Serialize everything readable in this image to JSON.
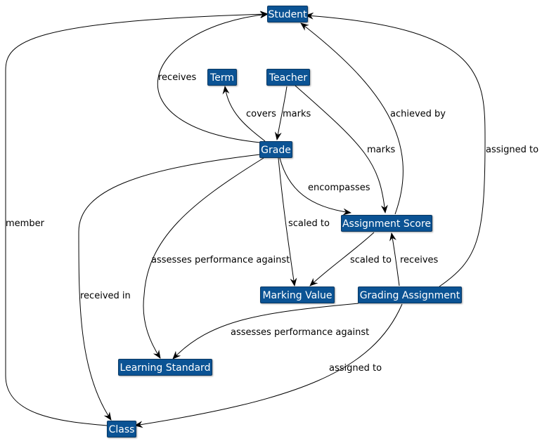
{
  "colors": {
    "node_fill": "#0b5394",
    "node_border": "#073763",
    "node_text": "#ffffff",
    "edge": "#000000",
    "edge_label": "#000000",
    "background": "#ffffff"
  },
  "nodes": {
    "student": "Student",
    "term": "Term",
    "teacher": "Teacher",
    "grade": "Grade",
    "assignment_score": "Assignment Score",
    "marking_value": "Marking Value",
    "grading_assignment": "Grading Assignment",
    "learning_standard": "Learning Standard",
    "class": "Class"
  },
  "edges": [
    {
      "id": "grade-receives-student",
      "from": "grade",
      "to": "student",
      "label": "receives"
    },
    {
      "id": "grade-covers-term",
      "from": "grade",
      "to": "term",
      "label": "covers"
    },
    {
      "id": "teacher-marks-grade",
      "from": "teacher",
      "to": "grade",
      "label": "marks"
    },
    {
      "id": "teacher-marks-assignment-score",
      "from": "teacher",
      "to": "assignment_score",
      "label": "marks"
    },
    {
      "id": "assignment-score-achieved-by-student",
      "from": "assignment_score",
      "to": "student",
      "label": "achieved by"
    },
    {
      "id": "grading-assignment-assigned-to-student",
      "from": "grading_assignment",
      "to": "student",
      "label": "assigned to"
    },
    {
      "id": "class-member-student",
      "from": "class",
      "to": "student",
      "label": "member"
    },
    {
      "id": "grade-encompasses-assignment-score",
      "from": "grade",
      "to": "assignment_score",
      "label": "encompasses"
    },
    {
      "id": "grade-scaled-to-marking-value",
      "from": "grade",
      "to": "marking_value",
      "label": "scaled to"
    },
    {
      "id": "assignment-score-scaled-to-marking-value",
      "from": "assignment_score",
      "to": "marking_value",
      "label": "scaled to"
    },
    {
      "id": "grading-assignment-receives-assignment-score",
      "from": "grading_assignment",
      "to": "assignment_score",
      "label": "receives"
    },
    {
      "id": "grade-assesses-learning-standard",
      "from": "grade",
      "to": "learning_standard",
      "label": "assesses performance against"
    },
    {
      "id": "grade-received-in-class",
      "from": "grade",
      "to": "class",
      "label": "received in"
    },
    {
      "id": "grading-assignment-assesses-learning-standard",
      "from": "grading_assignment",
      "to": "learning_standard",
      "label": "assesses performance against"
    },
    {
      "id": "grading-assignment-assigned-to-class",
      "from": "grading_assignment",
      "to": "class",
      "label": "assigned to"
    }
  ]
}
